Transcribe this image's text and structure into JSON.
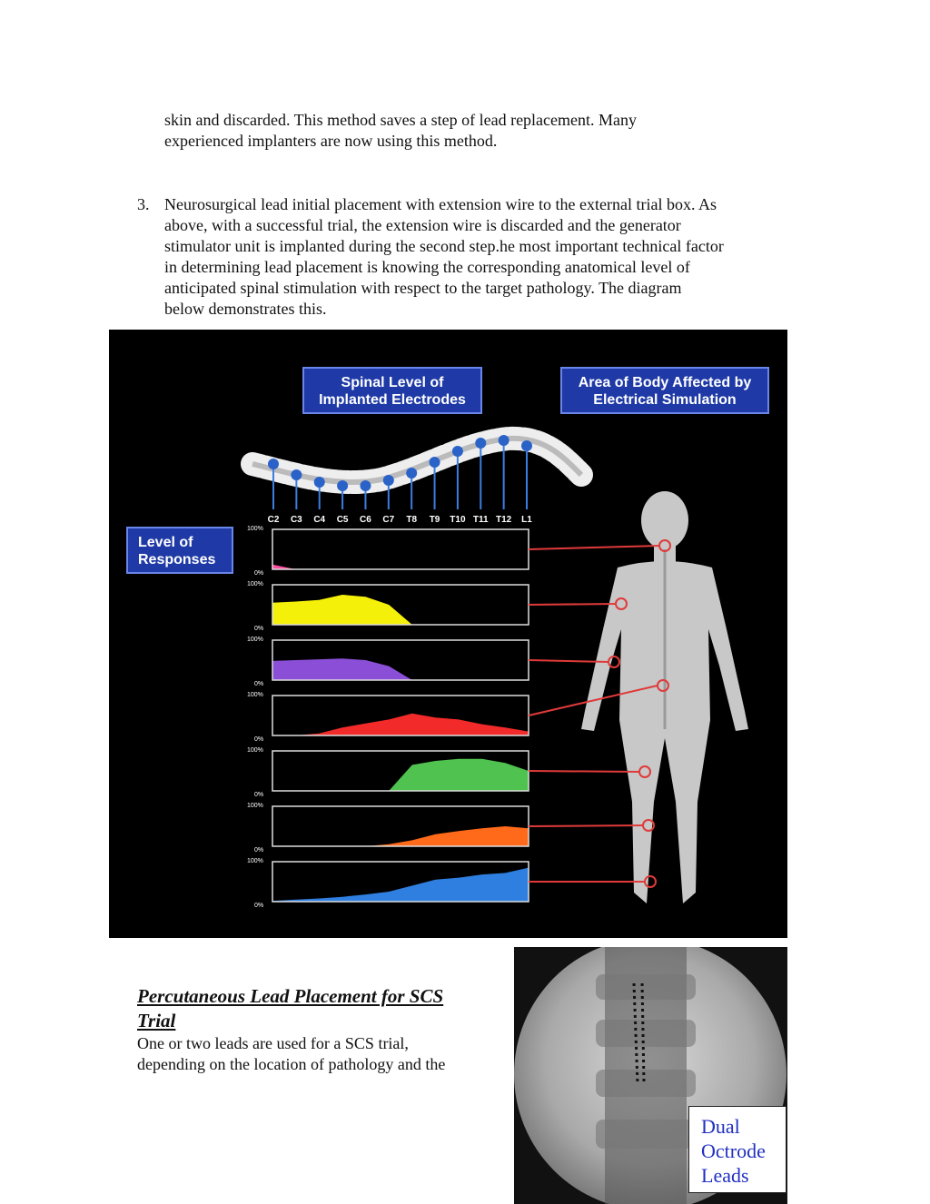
{
  "paragraph1": {
    "lines": [
      "skin and discarded.   This method saves a step of lead replacement.  Many",
      "experienced implanters are now using this method."
    ]
  },
  "paragraph2": {
    "number": "3.",
    "lines": [
      "Neurosurgical lead initial placement with extension wire to the external trial box.  As",
      "above, with a successful trial, the extension wire is discarded and the generator",
      "stimulator unit is implanted during the second step.he most important technical factor",
      "in determining lead placement is knowing the corresponding anatomical level of",
      "anticipated spinal stimulation with respect to the target pathology.  The diagram",
      "below demonstrates this."
    ]
  },
  "diagram": {
    "header_left": [
      "Spinal Level of",
      "Implanted Electrodes"
    ],
    "header_right": [
      "Area of Body Affected by",
      "Electrical Simulation"
    ],
    "level_label": [
      "Level of",
      "Responses"
    ],
    "levels": [
      "C2",
      "C3",
      "C4",
      "C5",
      "C6",
      "C7",
      "T8",
      "T9",
      "T10",
      "T11",
      "T12",
      "L1"
    ],
    "pct_top": "100%",
    "pct_bottom": "0%",
    "colors": {
      "background": "#000000",
      "header_bg": "#1f3aa6",
      "connector": "#e03a3a",
      "body": "#c8c8c8"
    },
    "responses": [
      {
        "color": "#ff4fa0",
        "values": [
          12,
          0,
          0,
          0,
          0,
          0,
          0,
          0,
          0,
          0,
          0,
          0
        ]
      },
      {
        "color": "#f5f00a",
        "values": [
          55,
          58,
          62,
          75,
          70,
          50,
          0,
          0,
          0,
          0,
          0,
          0
        ]
      },
      {
        "color": "#8a4fd6",
        "values": [
          48,
          50,
          52,
          54,
          50,
          35,
          0,
          0,
          0,
          0,
          0,
          0
        ]
      },
      {
        "color": "#f22a2a",
        "values": [
          0,
          0,
          5,
          20,
          30,
          40,
          55,
          45,
          40,
          28,
          20,
          10
        ]
      },
      {
        "color": "#4fc24f",
        "values": [
          0,
          0,
          0,
          0,
          0,
          0,
          65,
          75,
          80,
          80,
          70,
          50
        ]
      },
      {
        "color": "#ff6a1a",
        "values": [
          0,
          0,
          0,
          0,
          0,
          5,
          15,
          30,
          38,
          45,
          50,
          45
        ]
      },
      {
        "color": "#2f7fe0",
        "values": [
          2,
          5,
          8,
          12,
          18,
          25,
          40,
          55,
          60,
          68,
          72,
          85
        ]
      }
    ]
  },
  "lead_section": {
    "title_lines": [
      "Percutaneous Lead Placement for SCS ",
      "Trial"
    ],
    "body_lines": [
      "One or two leads are used for a SCS trial,",
      "depending on the location of pathology and the"
    ]
  },
  "xray": {
    "label_lines": [
      "Dual",
      "Octrode",
      "Leads"
    ]
  }
}
